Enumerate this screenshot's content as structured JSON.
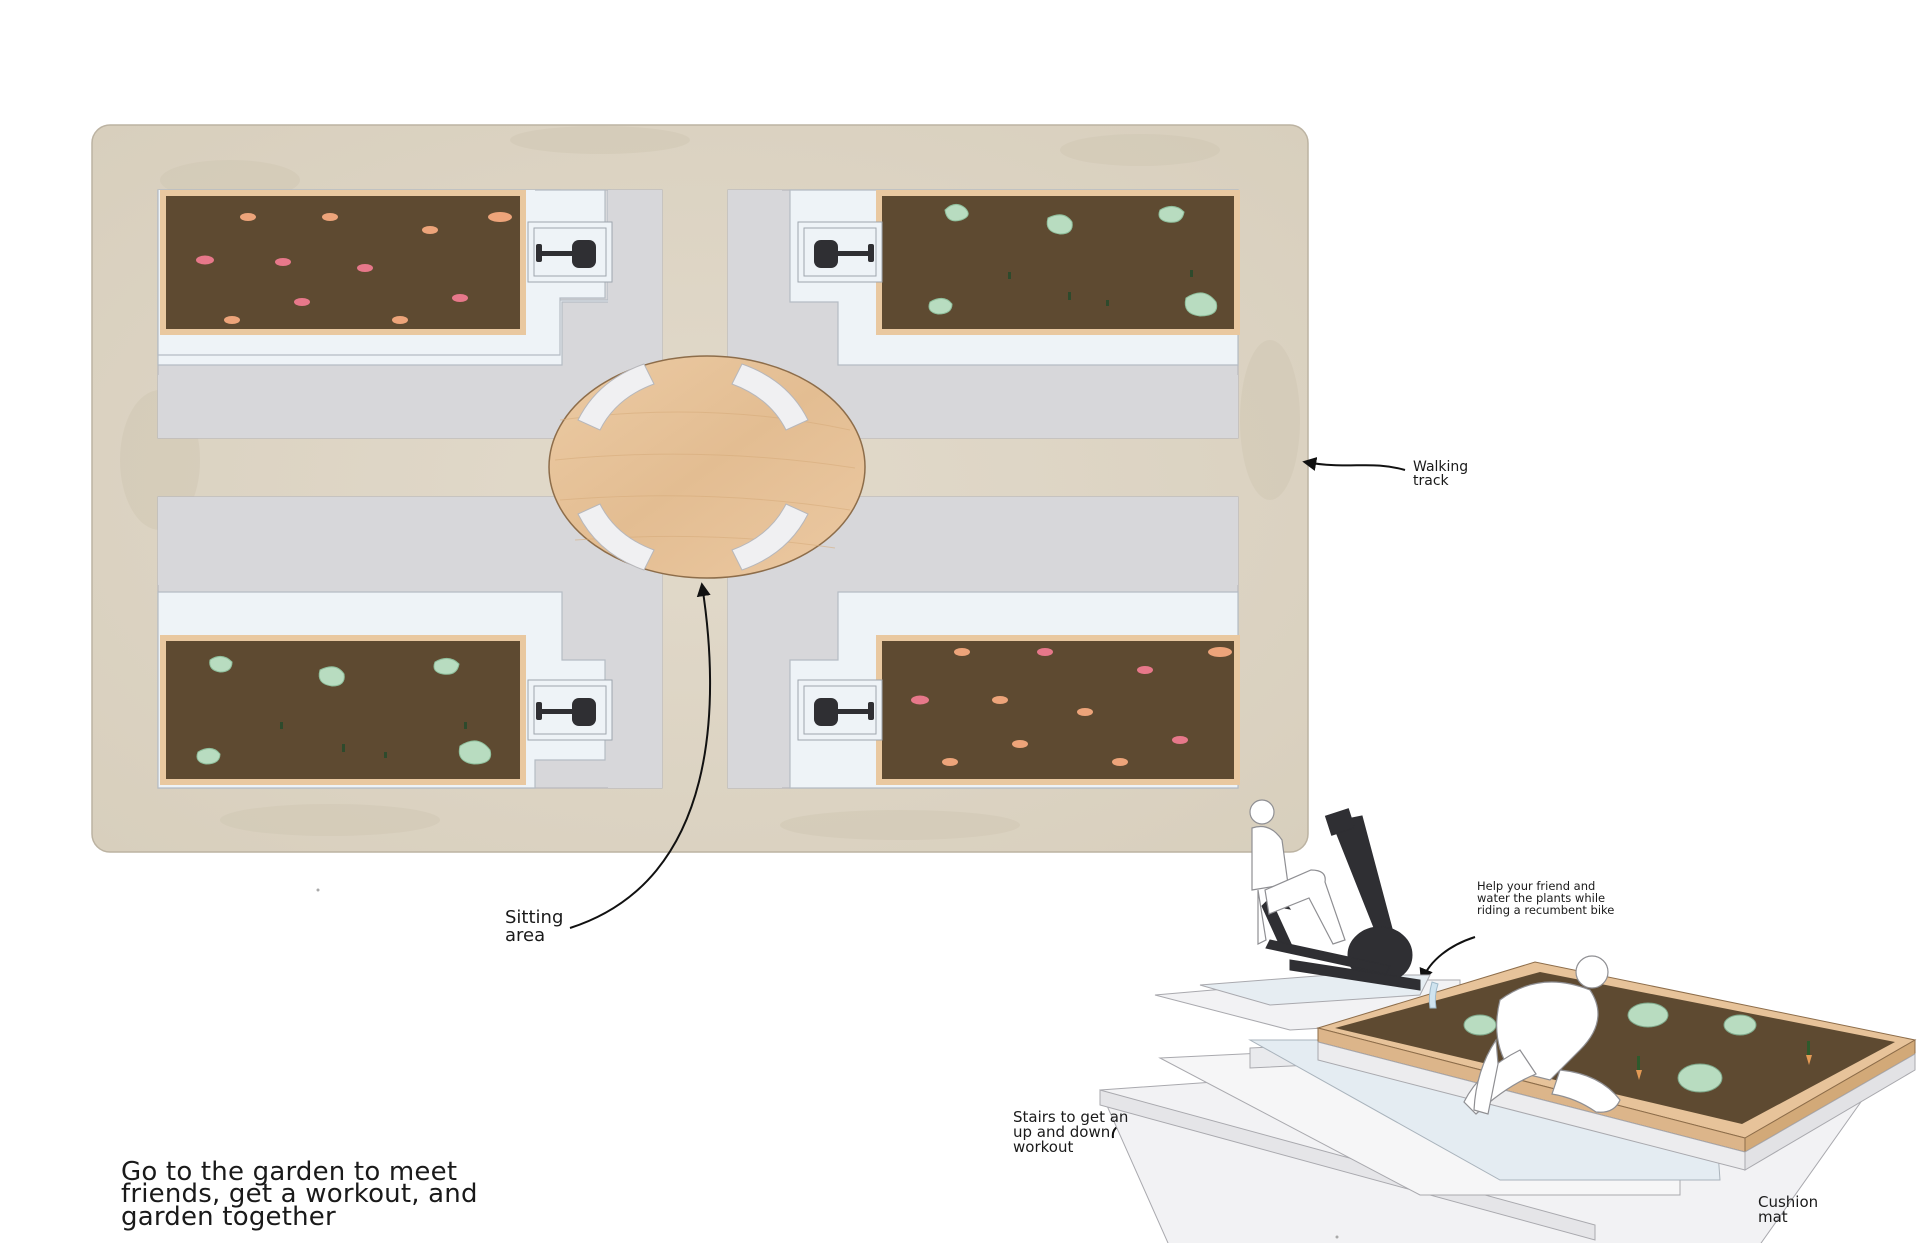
{
  "labels": {
    "walking_track": [
      "Walking",
      "track"
    ],
    "sitting_area": [
      "Sitting",
      "area"
    ],
    "help_friend": [
      "Help your friend and",
      "water the plants while",
      "riding a recumbent bike"
    ],
    "stairs": [
      "Stairs to get an",
      "up and down",
      "workout"
    ],
    "cushion_mat": [
      "Cushion",
      "mat"
    ],
    "caption": [
      "Go to the garden to meet",
      "friends, get a workout, and",
      "garden together"
    ]
  },
  "colors": {
    "track": "#ddd4c2",
    "path": "#d6d6d9",
    "soil": "#5e4a31",
    "wood": "#e7c39a",
    "mat": "#e6edf2",
    "bike": "#3a3a3a",
    "cabbage": "#b8dcc0",
    "flower_pink": "#e7788a",
    "flower_orange": "#eda47a"
  },
  "icons": [
    "recumbent-bike-icon",
    "cabbage-icon",
    "flower-icon",
    "person-figure-icon",
    "arrow-icon"
  ]
}
